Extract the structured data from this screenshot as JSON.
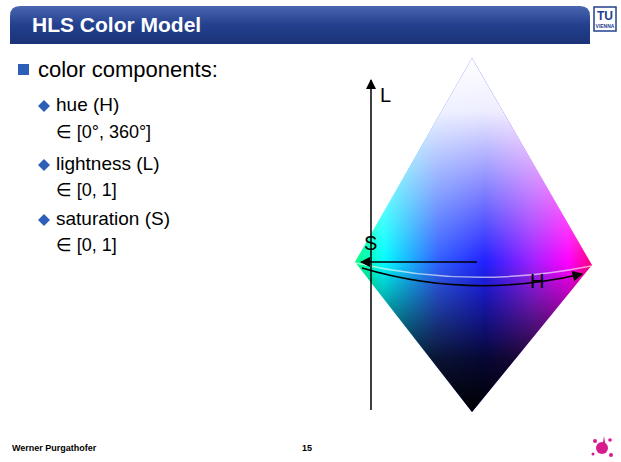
{
  "diagram": {
    "title": "HLS Color Model",
    "labels": [
      "TU",
      "VIENNA",
      "color components:",
      "hue (H)",
      "∈ [0°, 360°]",
      "lightness (L)",
      "∈ [0, 1]",
      "saturation (S)",
      "∈ [0, 1]",
      "L",
      "S",
      "H",
      "Werner Purgathofer",
      "15"
    ]
  }
}
